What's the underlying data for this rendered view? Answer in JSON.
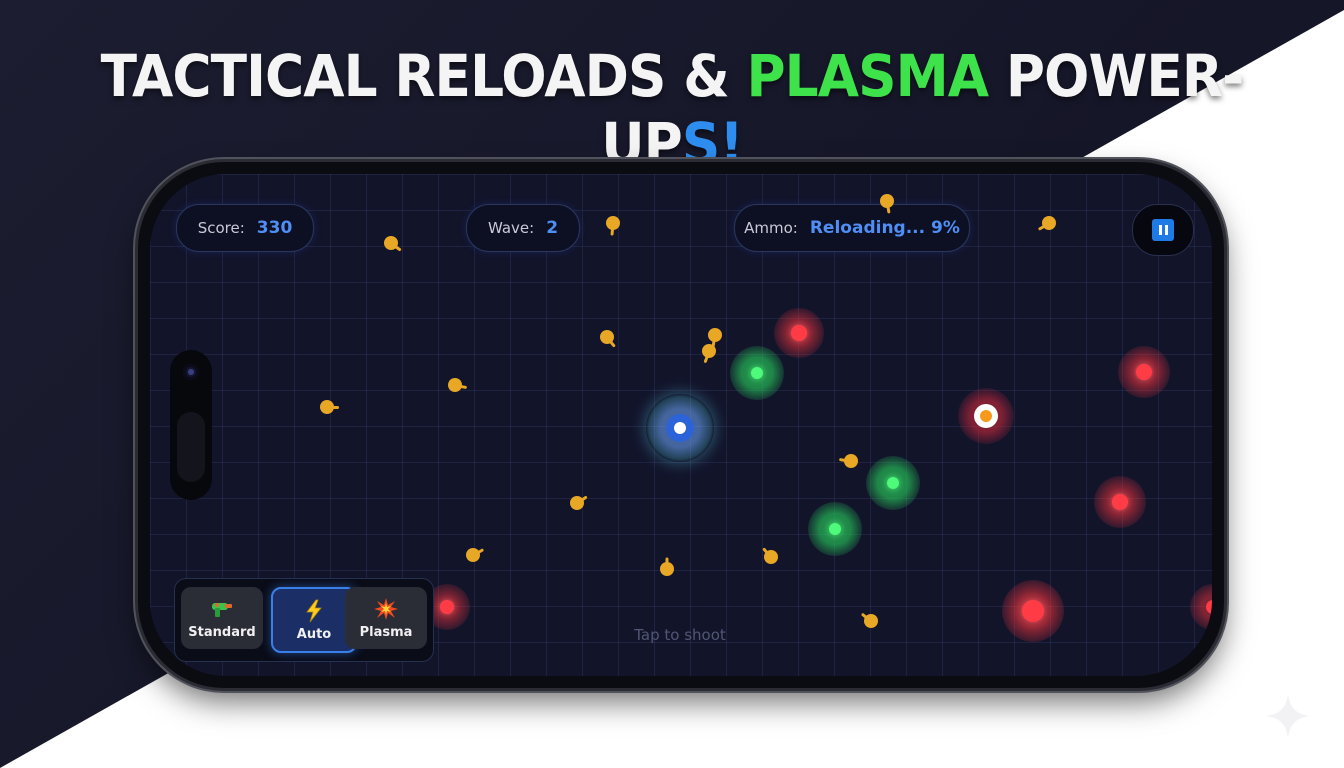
{
  "headline": {
    "part1": "TACTICAL RELOADS & ",
    "highlight": "PLASMA",
    "part2": " POWER-UP",
    "last_letter": "S",
    "end": "!"
  },
  "hud": {
    "score_label": "Score:",
    "score_value": "330",
    "wave_label": "Wave:",
    "wave_value": "2",
    "ammo_label": "Ammo:",
    "ammo_value": "Reloading... 9%",
    "pause_icon": "pause-icon"
  },
  "weapons": [
    {
      "label": "Standard",
      "icon": "blaster-icon",
      "active": false
    },
    {
      "label": "Auto",
      "icon": "lightning-icon",
      "active": true
    },
    {
      "label": "Plasma",
      "icon": "explosion-icon",
      "active": false
    }
  ],
  "hint": "Tap to shoot",
  "colors": {
    "accent_blue": "#4f8ef5",
    "highlight_green": "#3ee24a",
    "enemy_orange": "#e8a826",
    "orb_red": "#e8333d",
    "orb_green": "#27c65a",
    "player_blue": "#6fa8ff"
  },
  "watermark_icon": "sparkle-icon"
}
